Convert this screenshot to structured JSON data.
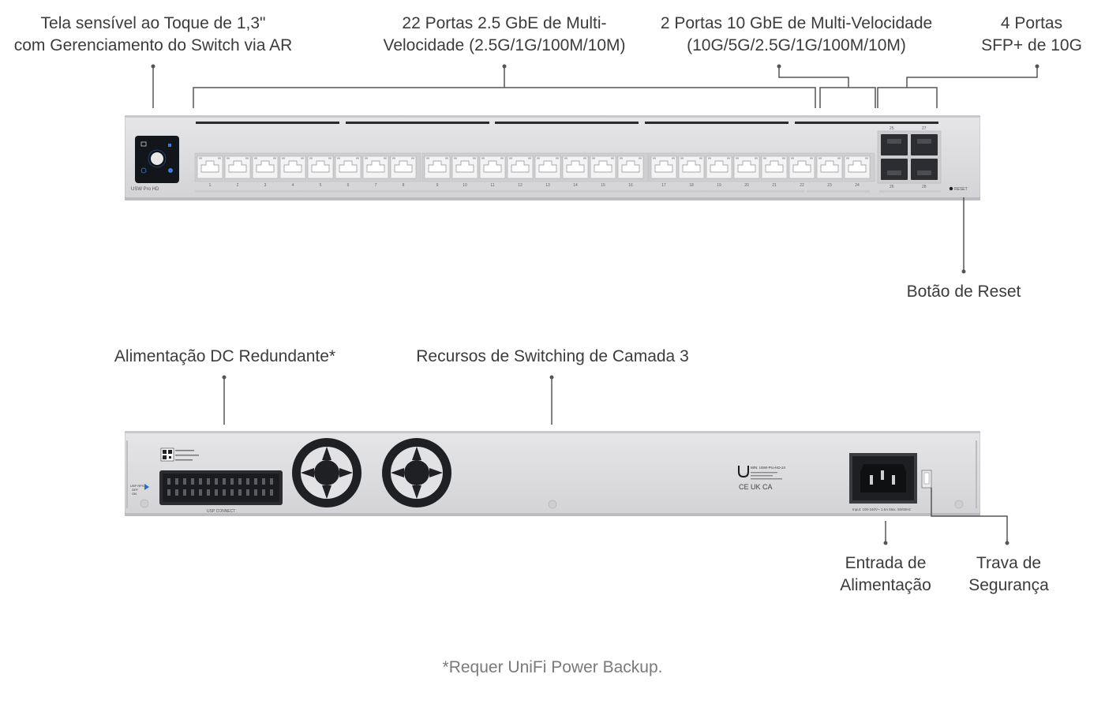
{
  "labels": {
    "touchscreen_line1": "Tela sensível ao Toque de 1,3\"",
    "touchscreen_line2": "com Gerenciamento do Switch via AR",
    "ports25_line1": "22 Portas 2.5 GbE de Multi-",
    "ports25_line2": "Velocidade (2.5G/1G/100M/10M)",
    "ports10_line1": "2 Portas 10 GbE de Multi-Velocidade",
    "ports10_line2": "(10G/5G/2.5G/1G/100M/10M)",
    "sfp_line1": "4 Portas",
    "sfp_line2": "SFP+ de 10G",
    "reset": "Botão de Reset",
    "dc_power": "Alimentação DC Redundante*",
    "layer3": "Recursos de Switching de Camada 3",
    "power_in_line1": "Entrada de",
    "power_in_line2": "Alimentação",
    "lock_line1": "Trava de",
    "lock_line2": "Segurança"
  },
  "footnote": "*Requer UniFi Power Backup.",
  "device": {
    "model": "USW Pro HD",
    "port_numbers": [
      "1",
      "2",
      "3",
      "4",
      "5",
      "6",
      "7",
      "8",
      "9",
      "10",
      "11",
      "12",
      "13",
      "14",
      "15",
      "16",
      "17",
      "18",
      "19",
      "20",
      "21",
      "22",
      "23",
      "24"
    ],
    "sfp_numbers": [
      "25",
      "27",
      "26",
      "28"
    ],
    "reset_label": "RESET",
    "usp_label": "USP CONNECT",
    "rear_model": "M/N: USW-Pro-HD-24",
    "power_rating": "Input: 100-240V~ 1.5A Max. 50/60Hz",
    "cert_marks": "CE UK CA",
    "led_labels": [
      "USP RPS",
      "OFF",
      "ON"
    ]
  },
  "colors": {
    "chassis": "#dcdcde",
    "chassis_edge": "#c4c4c7",
    "screen": "#111418",
    "port_face": "#f4f4f5",
    "callout_line": "#555555",
    "accent_blue": "#1f6fd6"
  }
}
